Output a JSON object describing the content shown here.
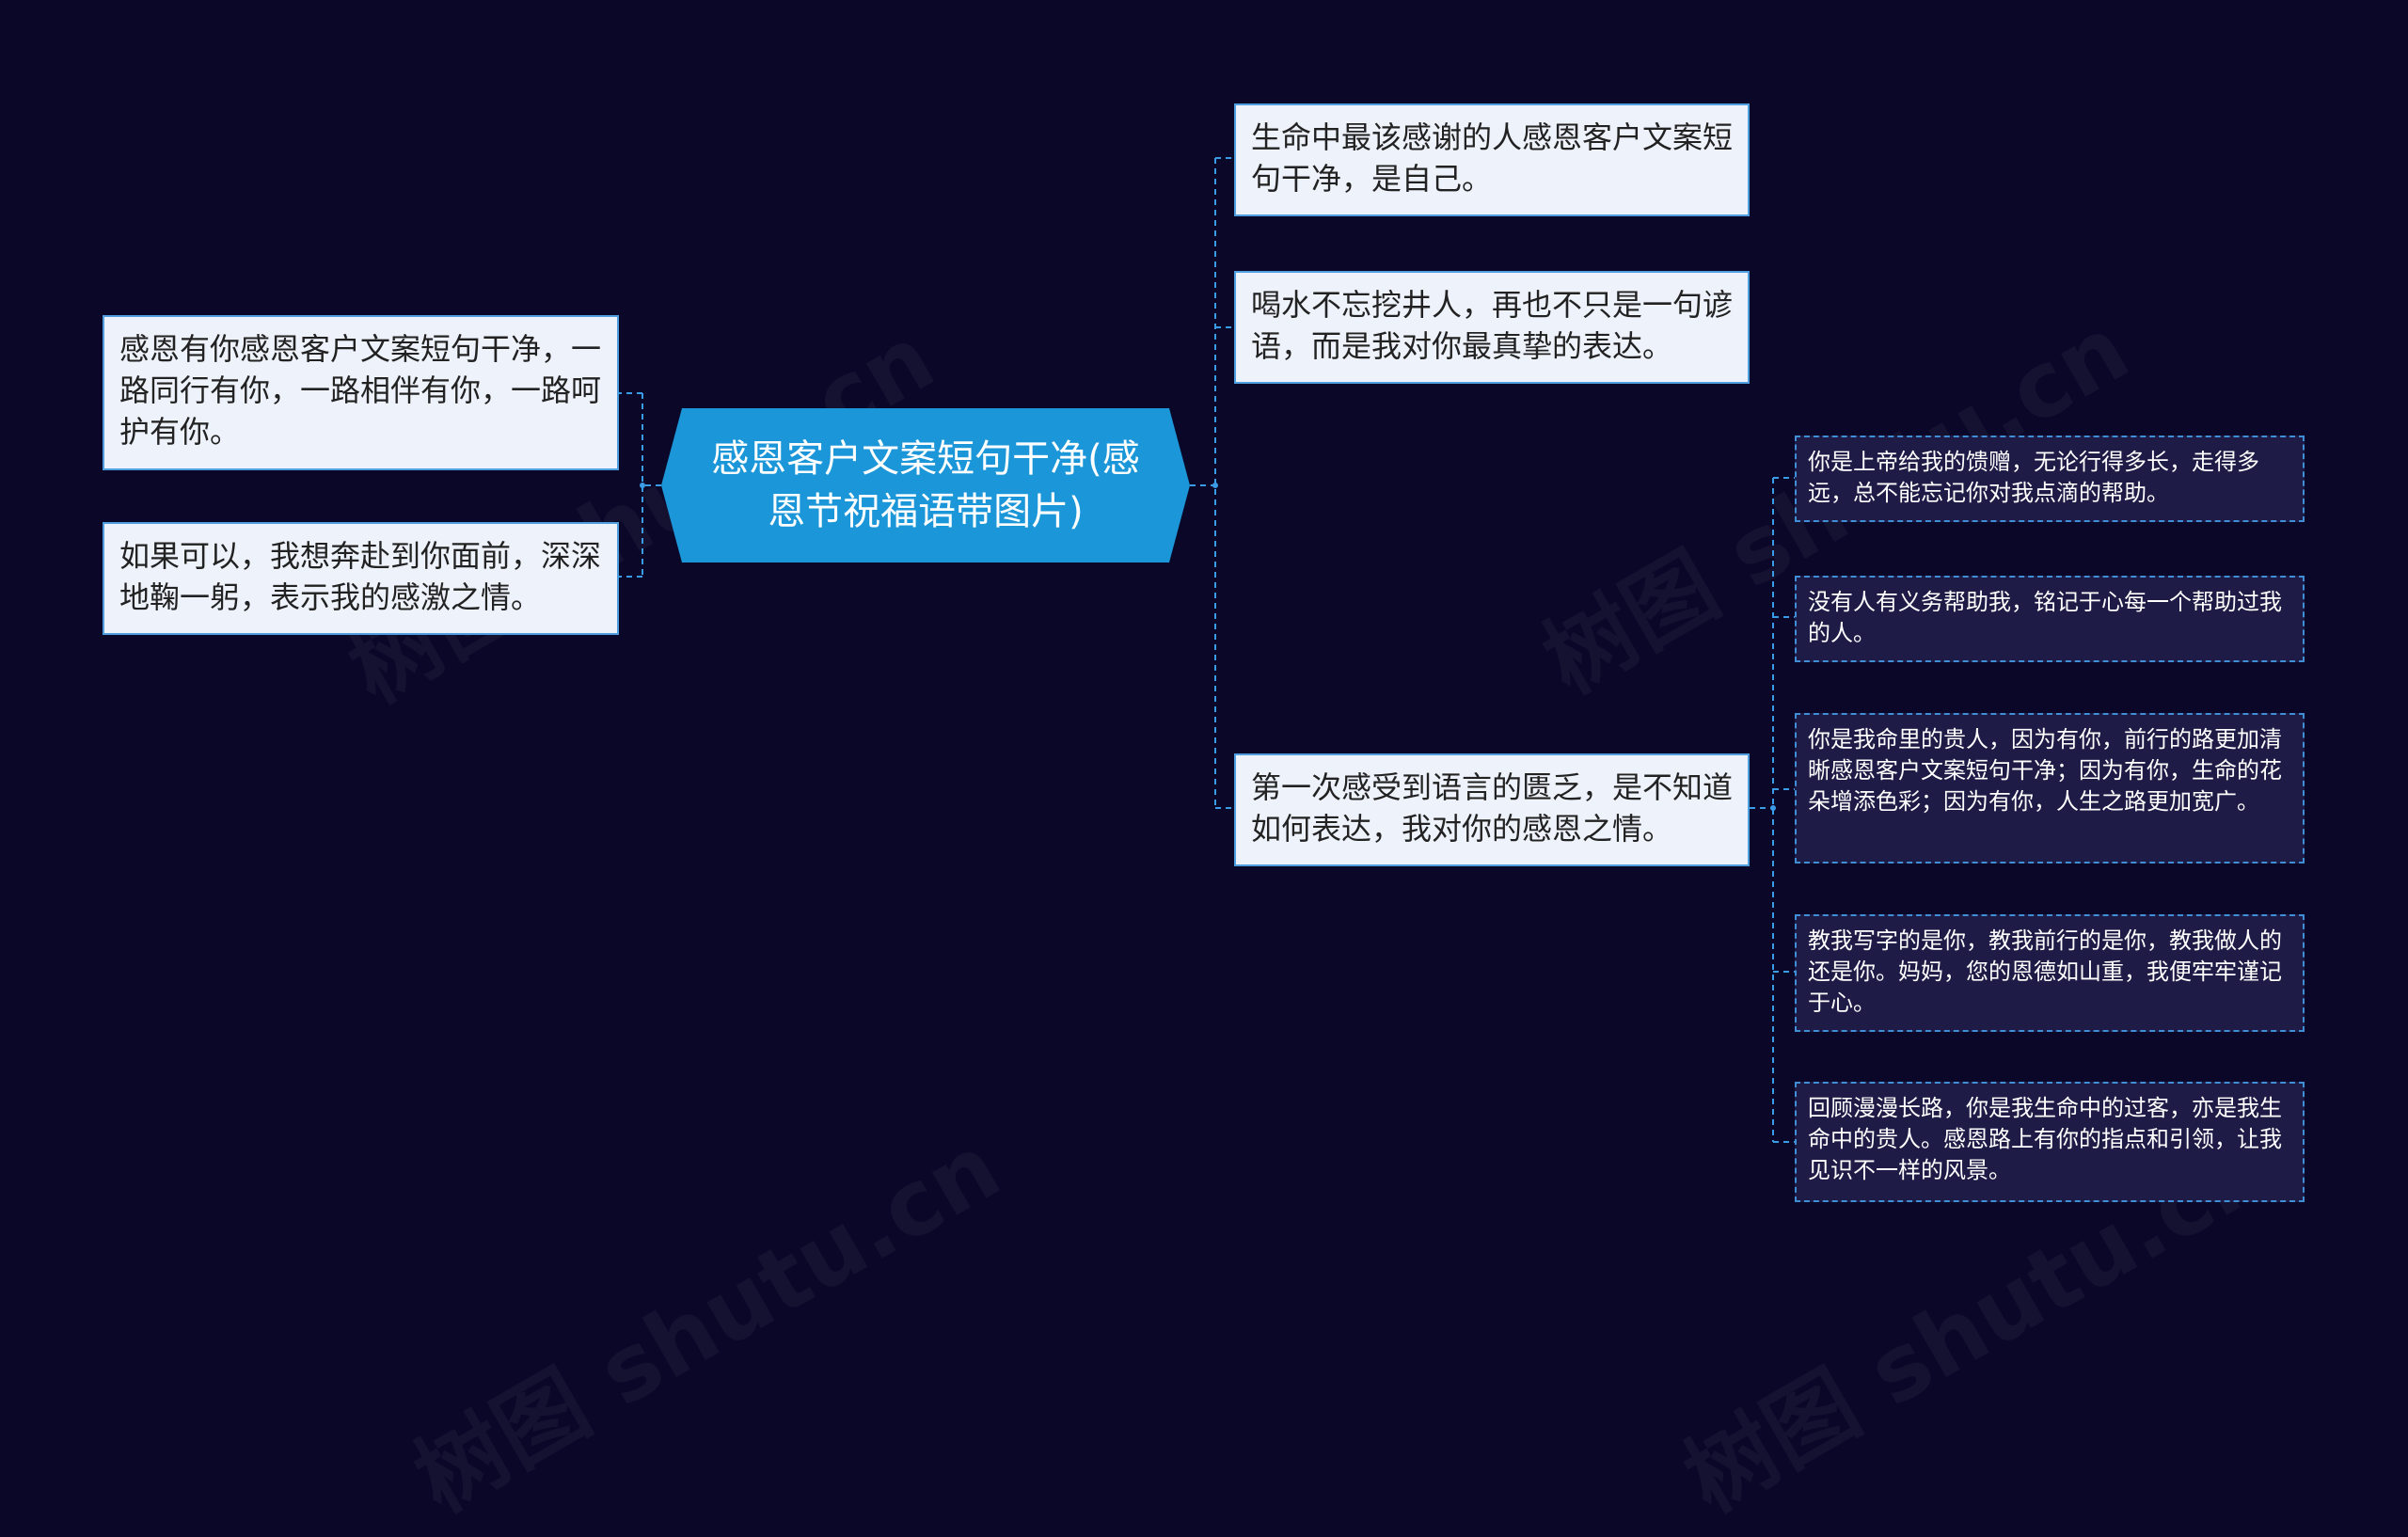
{
  "root": {
    "text": "感恩客户文案短句干净(感恩节祝福语带图片)"
  },
  "left_nodes": [
    {
      "text": "感恩有你感恩客户文案短句干净，一路同行有你，一路相伴有你，一路呵护有你。"
    },
    {
      "text": "如果可以，我想奔赴到你面前，深深地鞠一躬，表示我的感激之情。"
    }
  ],
  "right_nodes": [
    {
      "text": "生命中最该感谢的人感恩客户文案短句干净，是自己。"
    },
    {
      "text": "喝水不忘挖井人，再也不只是一句谚语，而是我对你最真挚的表达。"
    },
    {
      "text": "第一次感受到语言的匮乏，是不知道如何表达，我对你的感恩之情。"
    }
  ],
  "leaf_nodes": [
    {
      "text": "你是上帝给我的馈赠，无论行得多长，走得多远，总不能忘记你对我点滴的帮助。"
    },
    {
      "text": "没有人有义务帮助我，铭记于心每一个帮助过我的人。"
    },
    {
      "text": "你是我命里的贵人，因为有你，前行的路更加清晰感恩客户文案短句干净；因为有你，生命的花朵增添色彩；因为有你，人生之路更加宽广。"
    },
    {
      "text": "教我写字的是你，教我前行的是你，教我做人的还是你。妈妈，您的恩德如山重，我便牢牢谨记于心。"
    },
    {
      "text": "回顾漫漫长路，你是我生命中的过客，亦是我生命中的贵人。感恩路上有你的指点和引领，让我见识不一样的风景。"
    }
  ],
  "colors": {
    "background": "#0b0728",
    "root_fill": "#1b96d9",
    "node_fill": "#eef2fb",
    "node_border": "#4f9fe0",
    "leaf_fill": "#1e1b46",
    "leaf_border": "#3f8ed6",
    "connector": "#3a9be6"
  }
}
